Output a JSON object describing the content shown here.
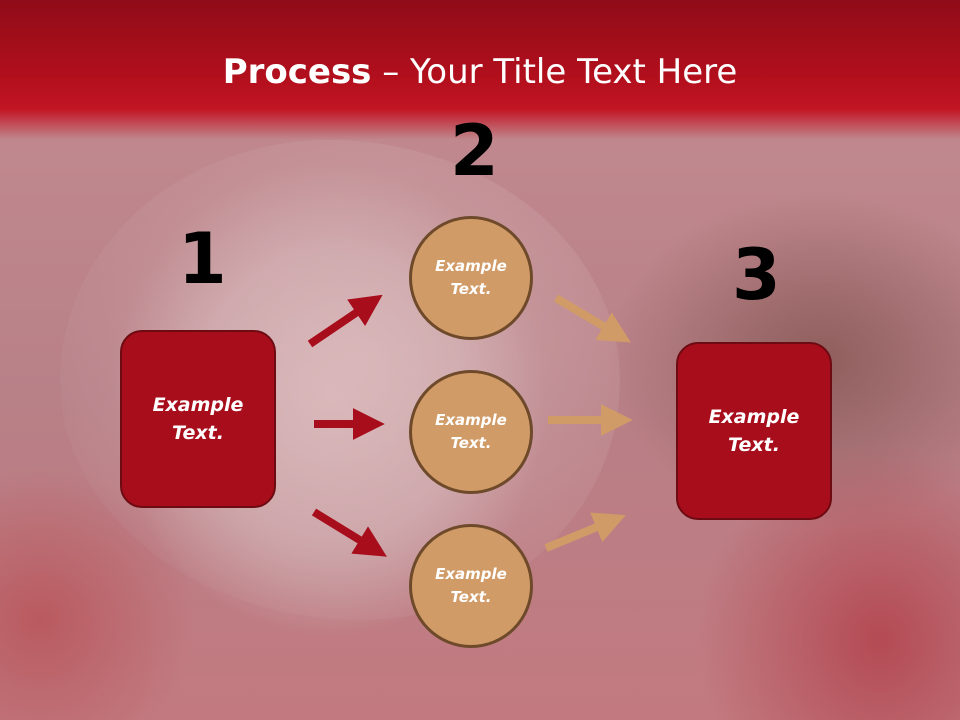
{
  "title": {
    "bold": "Process",
    "rest": " – Your Title Text Here"
  },
  "steps": [
    {
      "number": "1",
      "label": "Example Text."
    },
    {
      "number": "2",
      "labels": [
        "Example Text.",
        "Example Text.",
        "Example Text."
      ]
    },
    {
      "number": "3",
      "label": "Example Text."
    }
  ],
  "colors": {
    "title_band": "#b20f1d",
    "box_fill": "#a80d1b",
    "circle_fill": "#d19b68",
    "arrow_left": "#a80d1b",
    "arrow_right": "#d19b68"
  }
}
